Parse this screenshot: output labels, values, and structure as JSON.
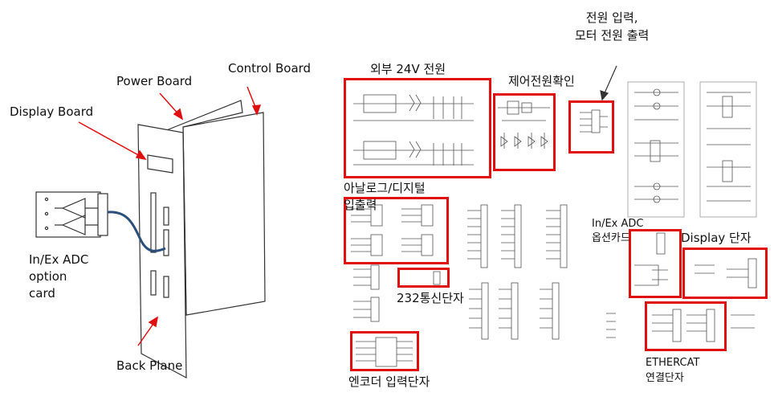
{
  "left_diagram": {
    "labels": {
      "control_board": "Control Board",
      "power_board": "Power Board",
      "display_board": "Display Board",
      "adc_option_card": "In/Ex ADC\noption\ncard",
      "back_plane": "Back Plane"
    }
  },
  "schematic": {
    "labels": {
      "power_input_motor_output": "전원 입력,\n모터 전원 출력",
      "external_24v_power": "외부 24V 전원",
      "control_power_check": "제어전원확인",
      "analog_digital_io": "아날로그/디지털\n입출력",
      "adc_option_card": "In/Ex ADC\n옵션카드",
      "display_terminal": "Display 단자",
      "rs232_terminal": "232통신단자",
      "ethercat_terminal": "ETHERCAT\n연결단자",
      "encoder_input_terminal": "엔코더 입력단자"
    }
  },
  "colors": {
    "highlight": "#e01010",
    "cable": "#2b4f7a",
    "line": "#333333",
    "schematic_ink": "#555555"
  }
}
